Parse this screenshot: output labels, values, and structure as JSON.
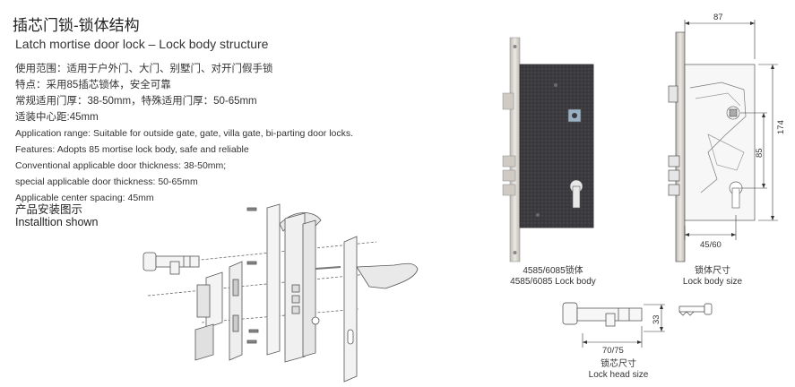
{
  "header": {
    "title_cn": "插芯门锁-锁体结构",
    "title_en": "Latch mortise door lock – Lock body structure"
  },
  "specs": [
    "使用范围：适用于户外门、大门、别墅门、对开门假手锁",
    "特点：采用85插芯锁体，安全可靠",
    "常规适用门厚：38-50mm，特殊适用门厚：50-65mm",
    "适装中心距:45mm",
    "Application range: Suitable for outside gate, gate, villa gate, bi-parting door locks.",
    "Features: Adopts 85 mortise lock body, safe and reliable",
    "Conventional applicable door thickness: 38-50mm;",
    "special applicable door thickness: 50-65mm",
    "Applicable center spacing: 45mm"
  ],
  "install": {
    "label_cn": "产品安装图示",
    "label_en": "Installtion shown"
  },
  "lock_body": {
    "caption_cn": "4585/6085锁体",
    "caption_en": "4585/6085 Lock body"
  },
  "lock_size": {
    "caption_cn": "锁体尺寸",
    "caption_en": "Lock body size",
    "dim_width": "87",
    "dim_height": "174",
    "dim_center": "85",
    "dim_backset": "45/60"
  },
  "cylinder": {
    "caption_cn": "锁芯尺寸",
    "caption_en": "Lock head size",
    "dim_length": "70/75",
    "dim_height": "33"
  },
  "colors": {
    "case": "#3b3b3f",
    "steel": "#d9d6d0",
    "line": "#555555"
  }
}
